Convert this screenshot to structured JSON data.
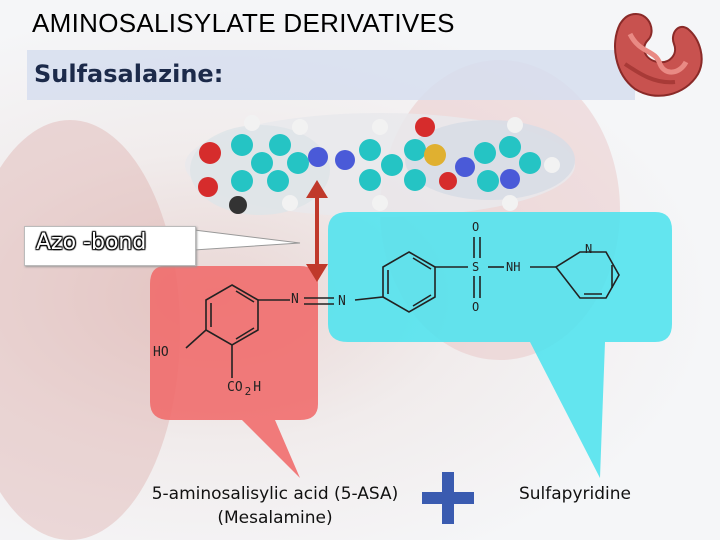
{
  "title": "AMINOSALISYLATE DERIVATIVES",
  "subtitle": "Sulfasalazine:",
  "azo_label": "Azo -bond",
  "structure_left": {
    "n1": "N",
    "n2": "N",
    "ho": "HO",
    "co": "CO",
    "two": "2",
    "h": "H"
  },
  "structure_right": {
    "o_top": "O",
    "s": "S",
    "o_bottom": "O",
    "nh": "NH",
    "n_pyridine": "N"
  },
  "captions": {
    "left_line1": "5-aminosalisylic acid (5-ASA)",
    "left_line2": "(Mesalamine)",
    "right": "Sulfapyridine"
  },
  "colors": {
    "left_callout": "#f06a6a",
    "right_callout": "#4fe3ee",
    "arrow": "#c0392b",
    "plus": "#3a5bb0"
  }
}
